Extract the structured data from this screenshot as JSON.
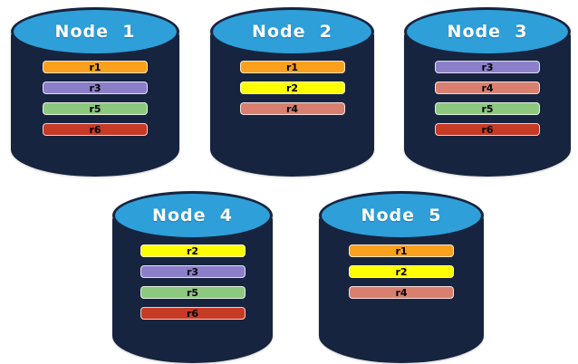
{
  "diagram": {
    "background_color": "#ffffff",
    "cylinder_body_color": "#17243f",
    "cylinder_top_color": "#2e9fd9",
    "label_text_color": "#ffffff",
    "bar_text_color": "#000000",
    "replica_colors": {
      "r1": "#f9a11c",
      "r2": "#feff00",
      "r3": "#8c7fc9",
      "r4": "#d87f6f",
      "r5": "#8cc87e",
      "r6": "#c63b26"
    },
    "nodes": [
      {
        "label": "Node  1",
        "replicas": [
          "r1",
          "r3",
          "r5",
          "r6"
        ]
      },
      {
        "label": "Node  2",
        "replicas": [
          "r1",
          "r2",
          "r4"
        ]
      },
      {
        "label": "Node  3",
        "replicas": [
          "r3",
          "r4",
          "r5",
          "r6"
        ]
      },
      {
        "label": "Node  4",
        "replicas": [
          "r2",
          "r3",
          "r5",
          "r6"
        ]
      },
      {
        "label": "Node  5",
        "replicas": [
          "r1",
          "r2",
          "r4"
        ]
      }
    ]
  }
}
